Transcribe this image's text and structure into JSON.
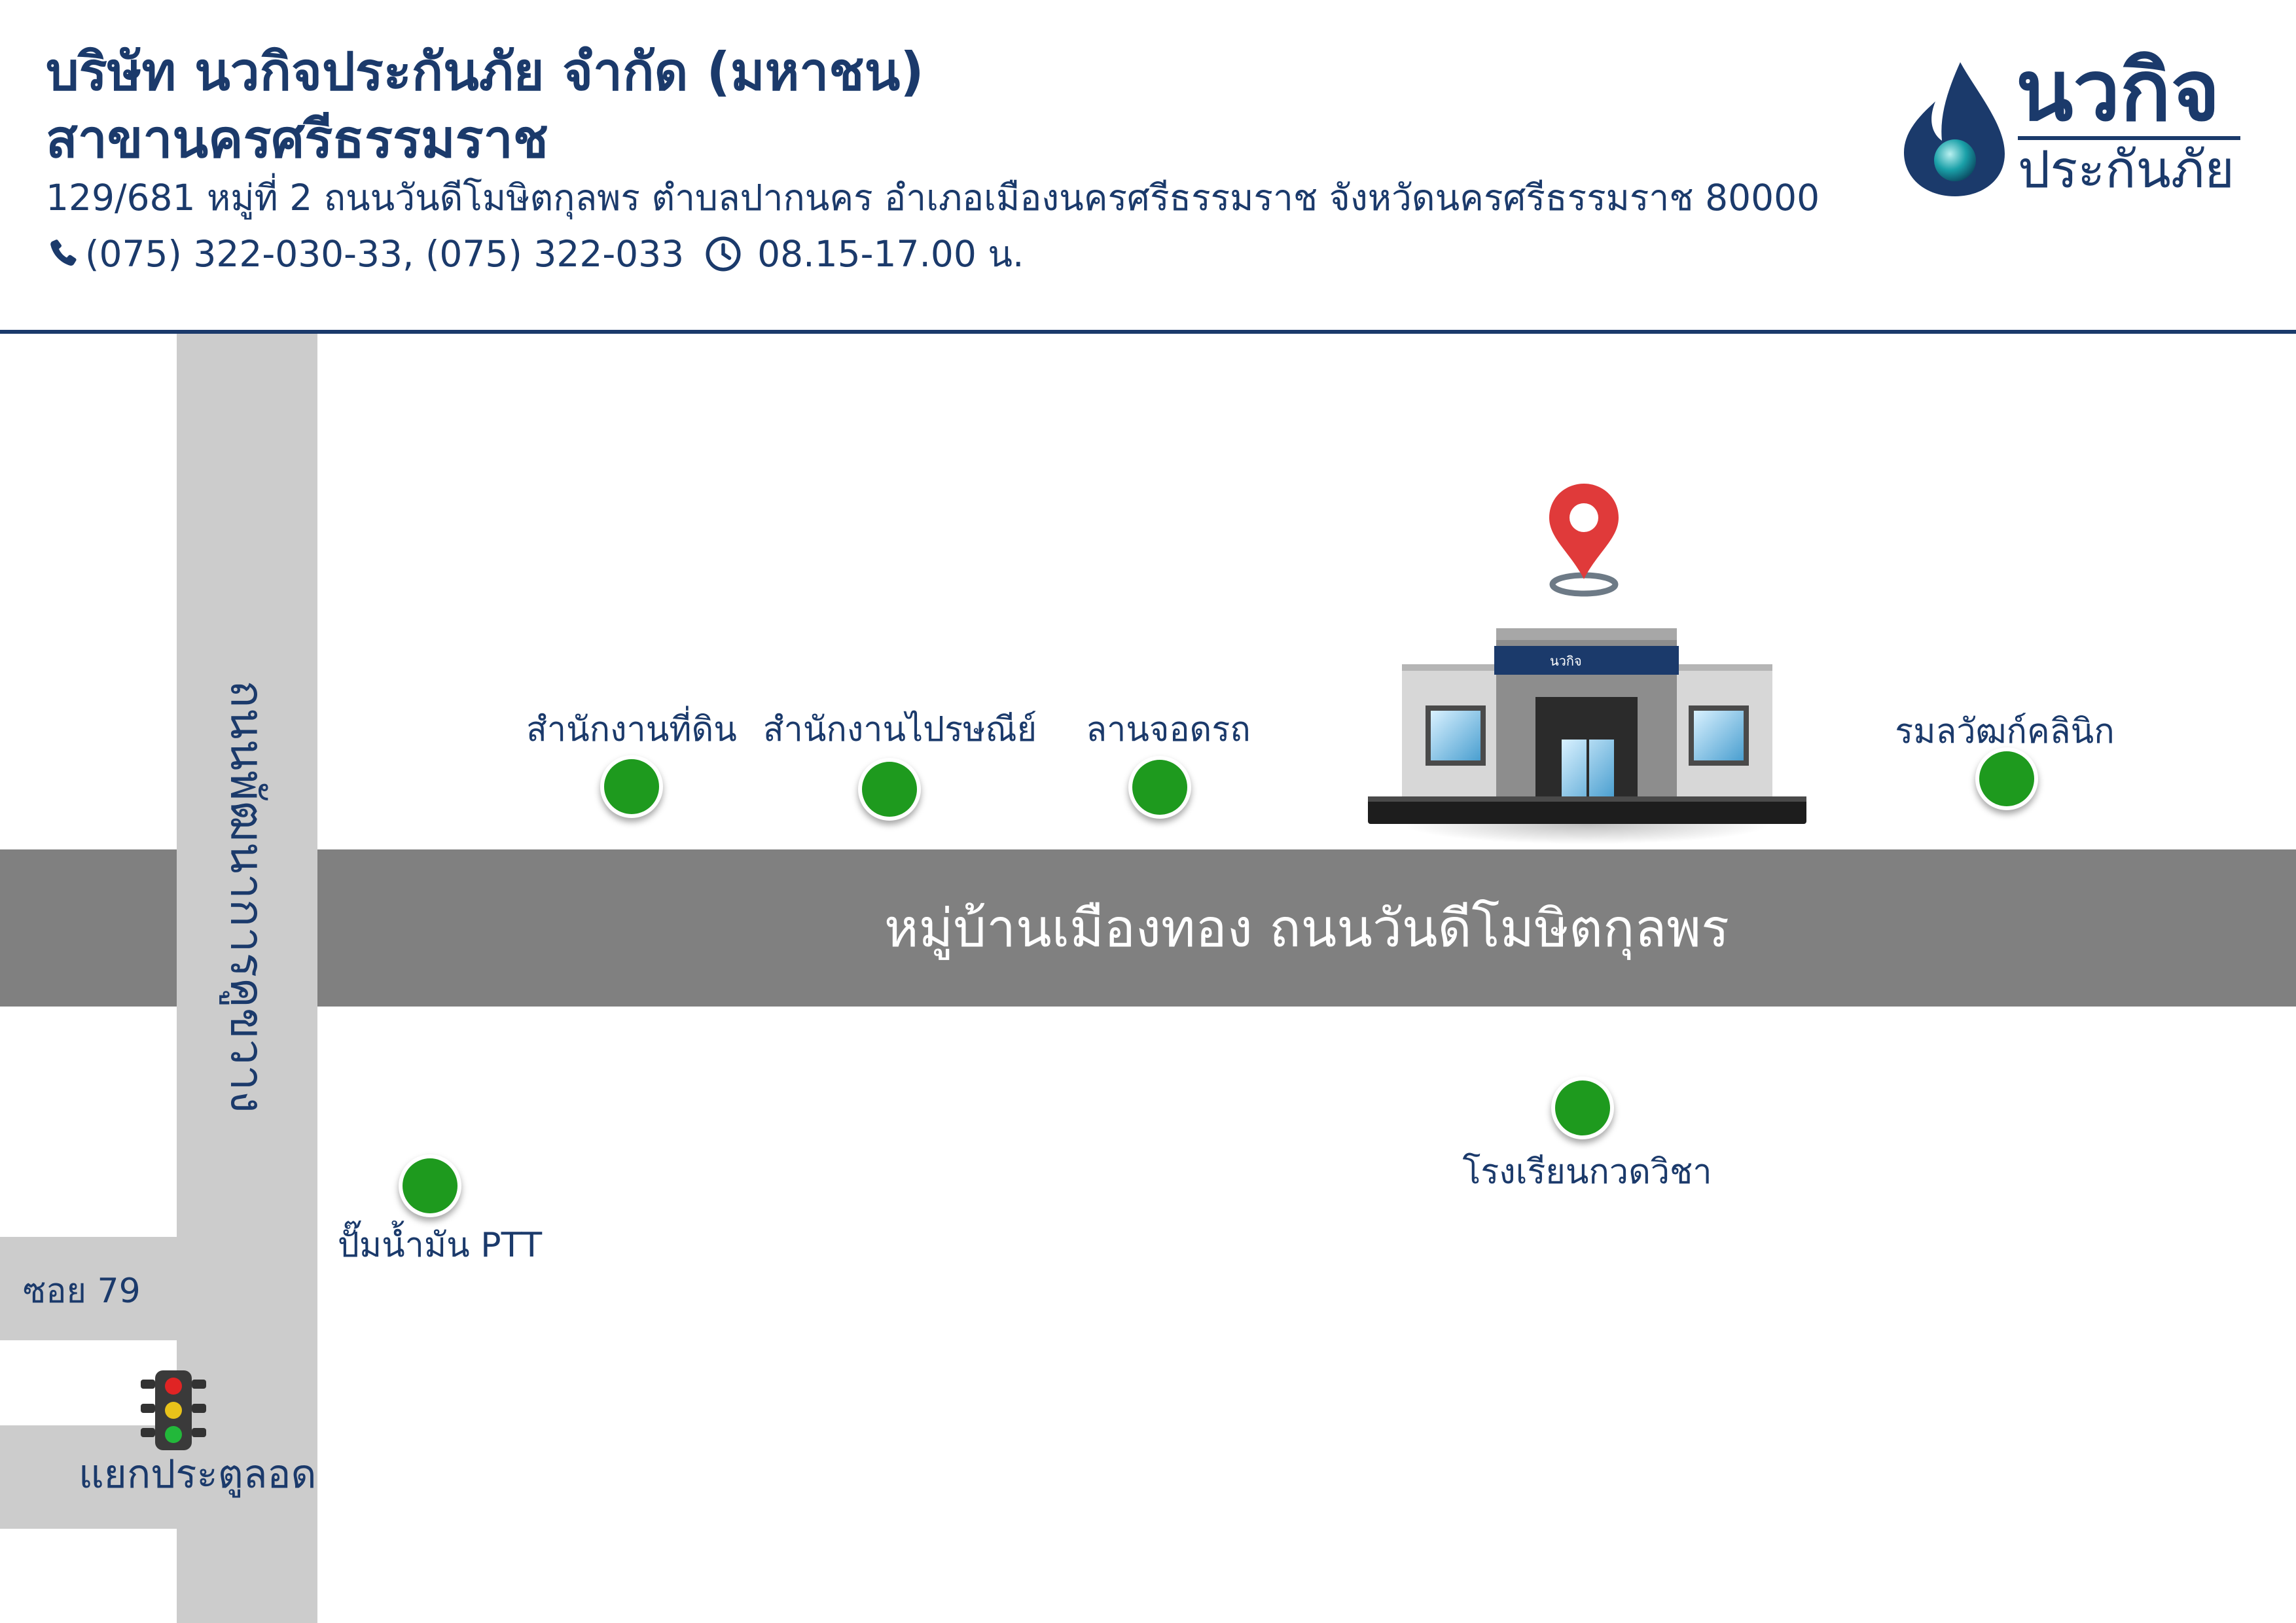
{
  "header": {
    "company": "บริษัท นวกิจประกันภัย จำกัด (มหาชน)",
    "branch": "สาขานครศรีธรรมราช",
    "address": "129/681 หมู่ที่ 2 ถนนวันดีโมษิตกุลพร ตำบลปากนคร อำเภอเมืองนครศรีธรรมราช จังหวัดนครศรีธรรมราช 80000",
    "phone": "(075) 322-030-33, (075) 322-033",
    "hours": "08.15-17.00 น."
  },
  "logo": {
    "name": "นวกิจ",
    "tagline": "ประกันภัย"
  },
  "roads": {
    "vertical": "ถนนพัฒนาการคูขวาง",
    "main": "หมู่บ้านเมืองทอง ถนนวันดีโมษิตกุลพร",
    "soi": "ซอย 79",
    "junction": "แยกประตูลอด"
  },
  "landmarks": [
    {
      "label": "สำนักงานที่ดิน",
      "icon": "green-dot"
    },
    {
      "label": "สำนักงานไปรษณีย์",
      "icon": "green-dot"
    },
    {
      "label": "ลานจอดรถ",
      "icon": "green-dot"
    },
    {
      "label": "รมลวัฒก์คลินิก",
      "icon": "green-dot"
    },
    {
      "label": "โรงเรียนกวดวิชา",
      "icon": "green-dot"
    },
    {
      "label": "ปั๊มน้ำมัน PTT",
      "icon": "green-dot"
    }
  ],
  "colors": {
    "brand": "#1b3a6b",
    "road_main": "#808080",
    "road_side": "#cccccc",
    "landmark": "#1e9a1e",
    "pin": "#e03a3a"
  },
  "icons": {
    "phone": "phone-icon",
    "clock": "clock-icon",
    "pin": "location-pin-icon",
    "traffic_light": "traffic-light-icon",
    "building": "branch-building-icon"
  }
}
